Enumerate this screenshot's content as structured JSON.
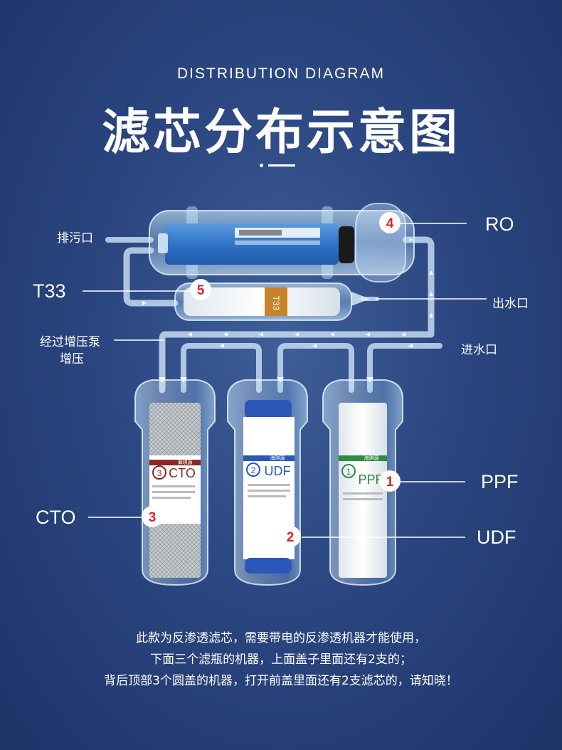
{
  "header": {
    "subtitle": "DISTRIBUTION DIAGRAM",
    "title": "滤芯分布示意图"
  },
  "labels": {
    "drain": "排污口",
    "pump_line1": "经过增压泵",
    "pump_line2": "增压",
    "outlet": "出水口",
    "inlet": "进水口",
    "ro": "RO",
    "t33": "T33",
    "ppf": "PPF",
    "udf": "UDF",
    "cto": "CTO"
  },
  "markers": {
    "m1": "1",
    "m2": "2",
    "m3": "3",
    "m4": "4",
    "m5": "5"
  },
  "filters": {
    "cto": {
      "badge": "3",
      "name": "CTO",
      "brand": "海琪源"
    },
    "udf": {
      "badge": "2",
      "name": "UDF",
      "brand": "海琪源"
    },
    "ppf": {
      "badge": "1",
      "name": "PPF",
      "brand": "海琪源"
    },
    "t33": {
      "badge": "5",
      "name": "T33"
    }
  },
  "colors": {
    "background": "#2b4680",
    "pipe": "#cfe6ff",
    "marker": "#e0232b",
    "cto_accent": "#8a2a22",
    "udf_accent": "#2a57b8",
    "ppf_accent": "#2f8a45",
    "t33_accent": "#c8832a",
    "ro_membrane": "#2f74c8"
  },
  "footer": {
    "line1": "此款为反渗透滤芯，需要带电的反渗透机器才能使用，",
    "line2": "下面三个滤瓶的机器，上面盖子里面还有2支的；",
    "line3": "背后顶部3个圆盖的机器，打开前盖里面还有2支滤芯的，请知晓！"
  }
}
